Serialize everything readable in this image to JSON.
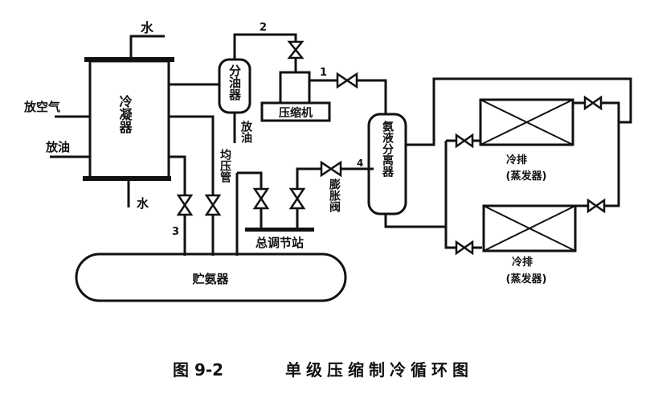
{
  "labels": {
    "water_in": "水",
    "water_out": "水",
    "condenser": "冷凝器",
    "purge_air": "放空气",
    "drain_oil_condenser": "放油",
    "oil_separator": "分油器",
    "drain_oil_separator": "放油",
    "compressor": "压缩机",
    "equalizing_pipe": "均压管",
    "receiver": "贮氨器",
    "regulating_station": "总调节站",
    "expansion_valve": "膨胀阀",
    "liquid_separator": "氨液分离器",
    "evaporator_1_name": "冷排",
    "evaporator_1_sub": "(蒸发器)",
    "evaporator_2_name": "冷排",
    "evaporator_2_sub": "(蒸发器)",
    "point_1": "1",
    "point_2": "2",
    "point_3": "3",
    "point_4": "4"
  },
  "caption": {
    "number": "图 9-2",
    "title": "单级压缩制冷循环图"
  }
}
